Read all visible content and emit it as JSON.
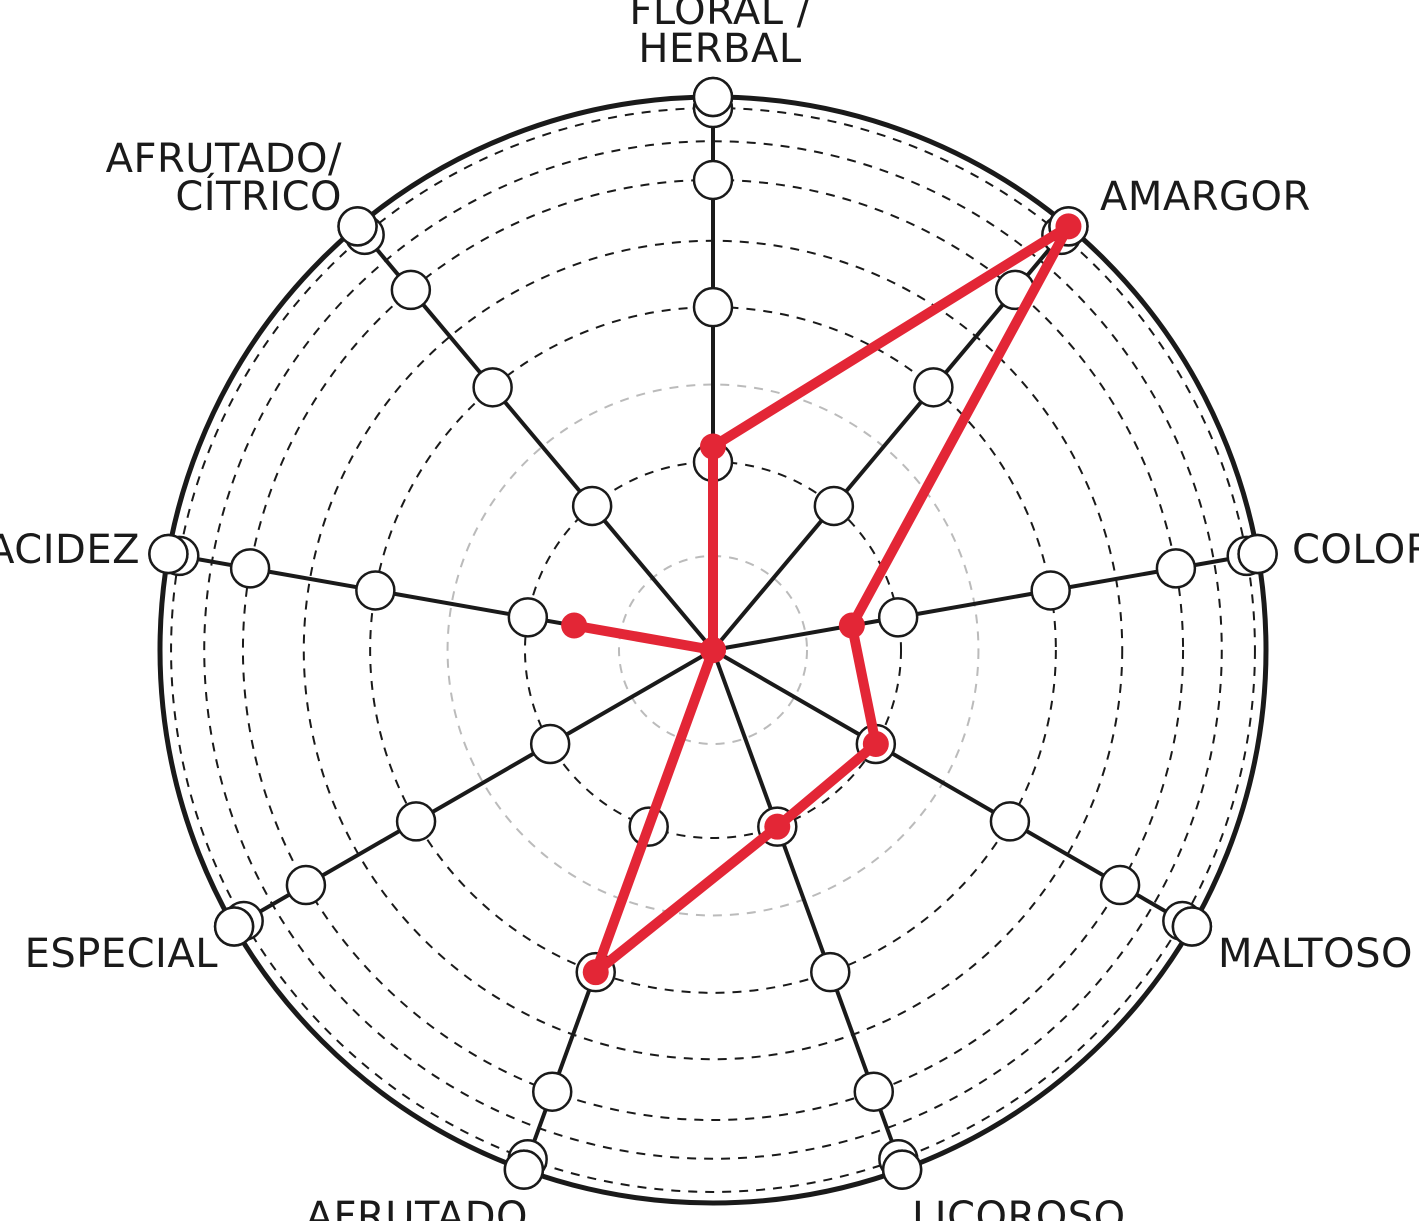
{
  "chart_data": {
    "type": "radar",
    "title": "",
    "scale": {
      "min": 0,
      "max": 10,
      "levels": [
        1,
        2,
        3,
        4,
        5,
        6,
        7,
        8,
        9,
        10
      ]
    },
    "axes": [
      {
        "label_lines": [
          "FLORAL /",
          "HERBAL"
        ]
      },
      {
        "label_lines": [
          "AMARGOR"
        ]
      },
      {
        "label_lines": [
          "COLOR"
        ]
      },
      {
        "label_lines": [
          "MALTOSO"
        ]
      },
      {
        "label_lines": [
          "LICOROSO"
        ]
      },
      {
        "label_lines": [
          "AFRUTADO"
        ]
      },
      {
        "label_lines": [
          "ESPECIAL"
        ]
      },
      {
        "label_lines": [
          "ACIDEZ"
        ]
      },
      {
        "label_lines": [
          "AFRUTADO/",
          "CÍTRICO"
        ]
      }
    ],
    "series": [
      {
        "values": [
          2.2,
          9.0,
          1.5,
          2.0,
          2.0,
          4.0,
          0.0,
          1.5,
          0.0
        ]
      }
    ],
    "colors": {
      "series": "#e32636",
      "axis": "#1a1a1a",
      "grid": "#1a1a1a",
      "grid_inner": "#bbbbbb",
      "marker_fill": "#ffffff"
    }
  }
}
